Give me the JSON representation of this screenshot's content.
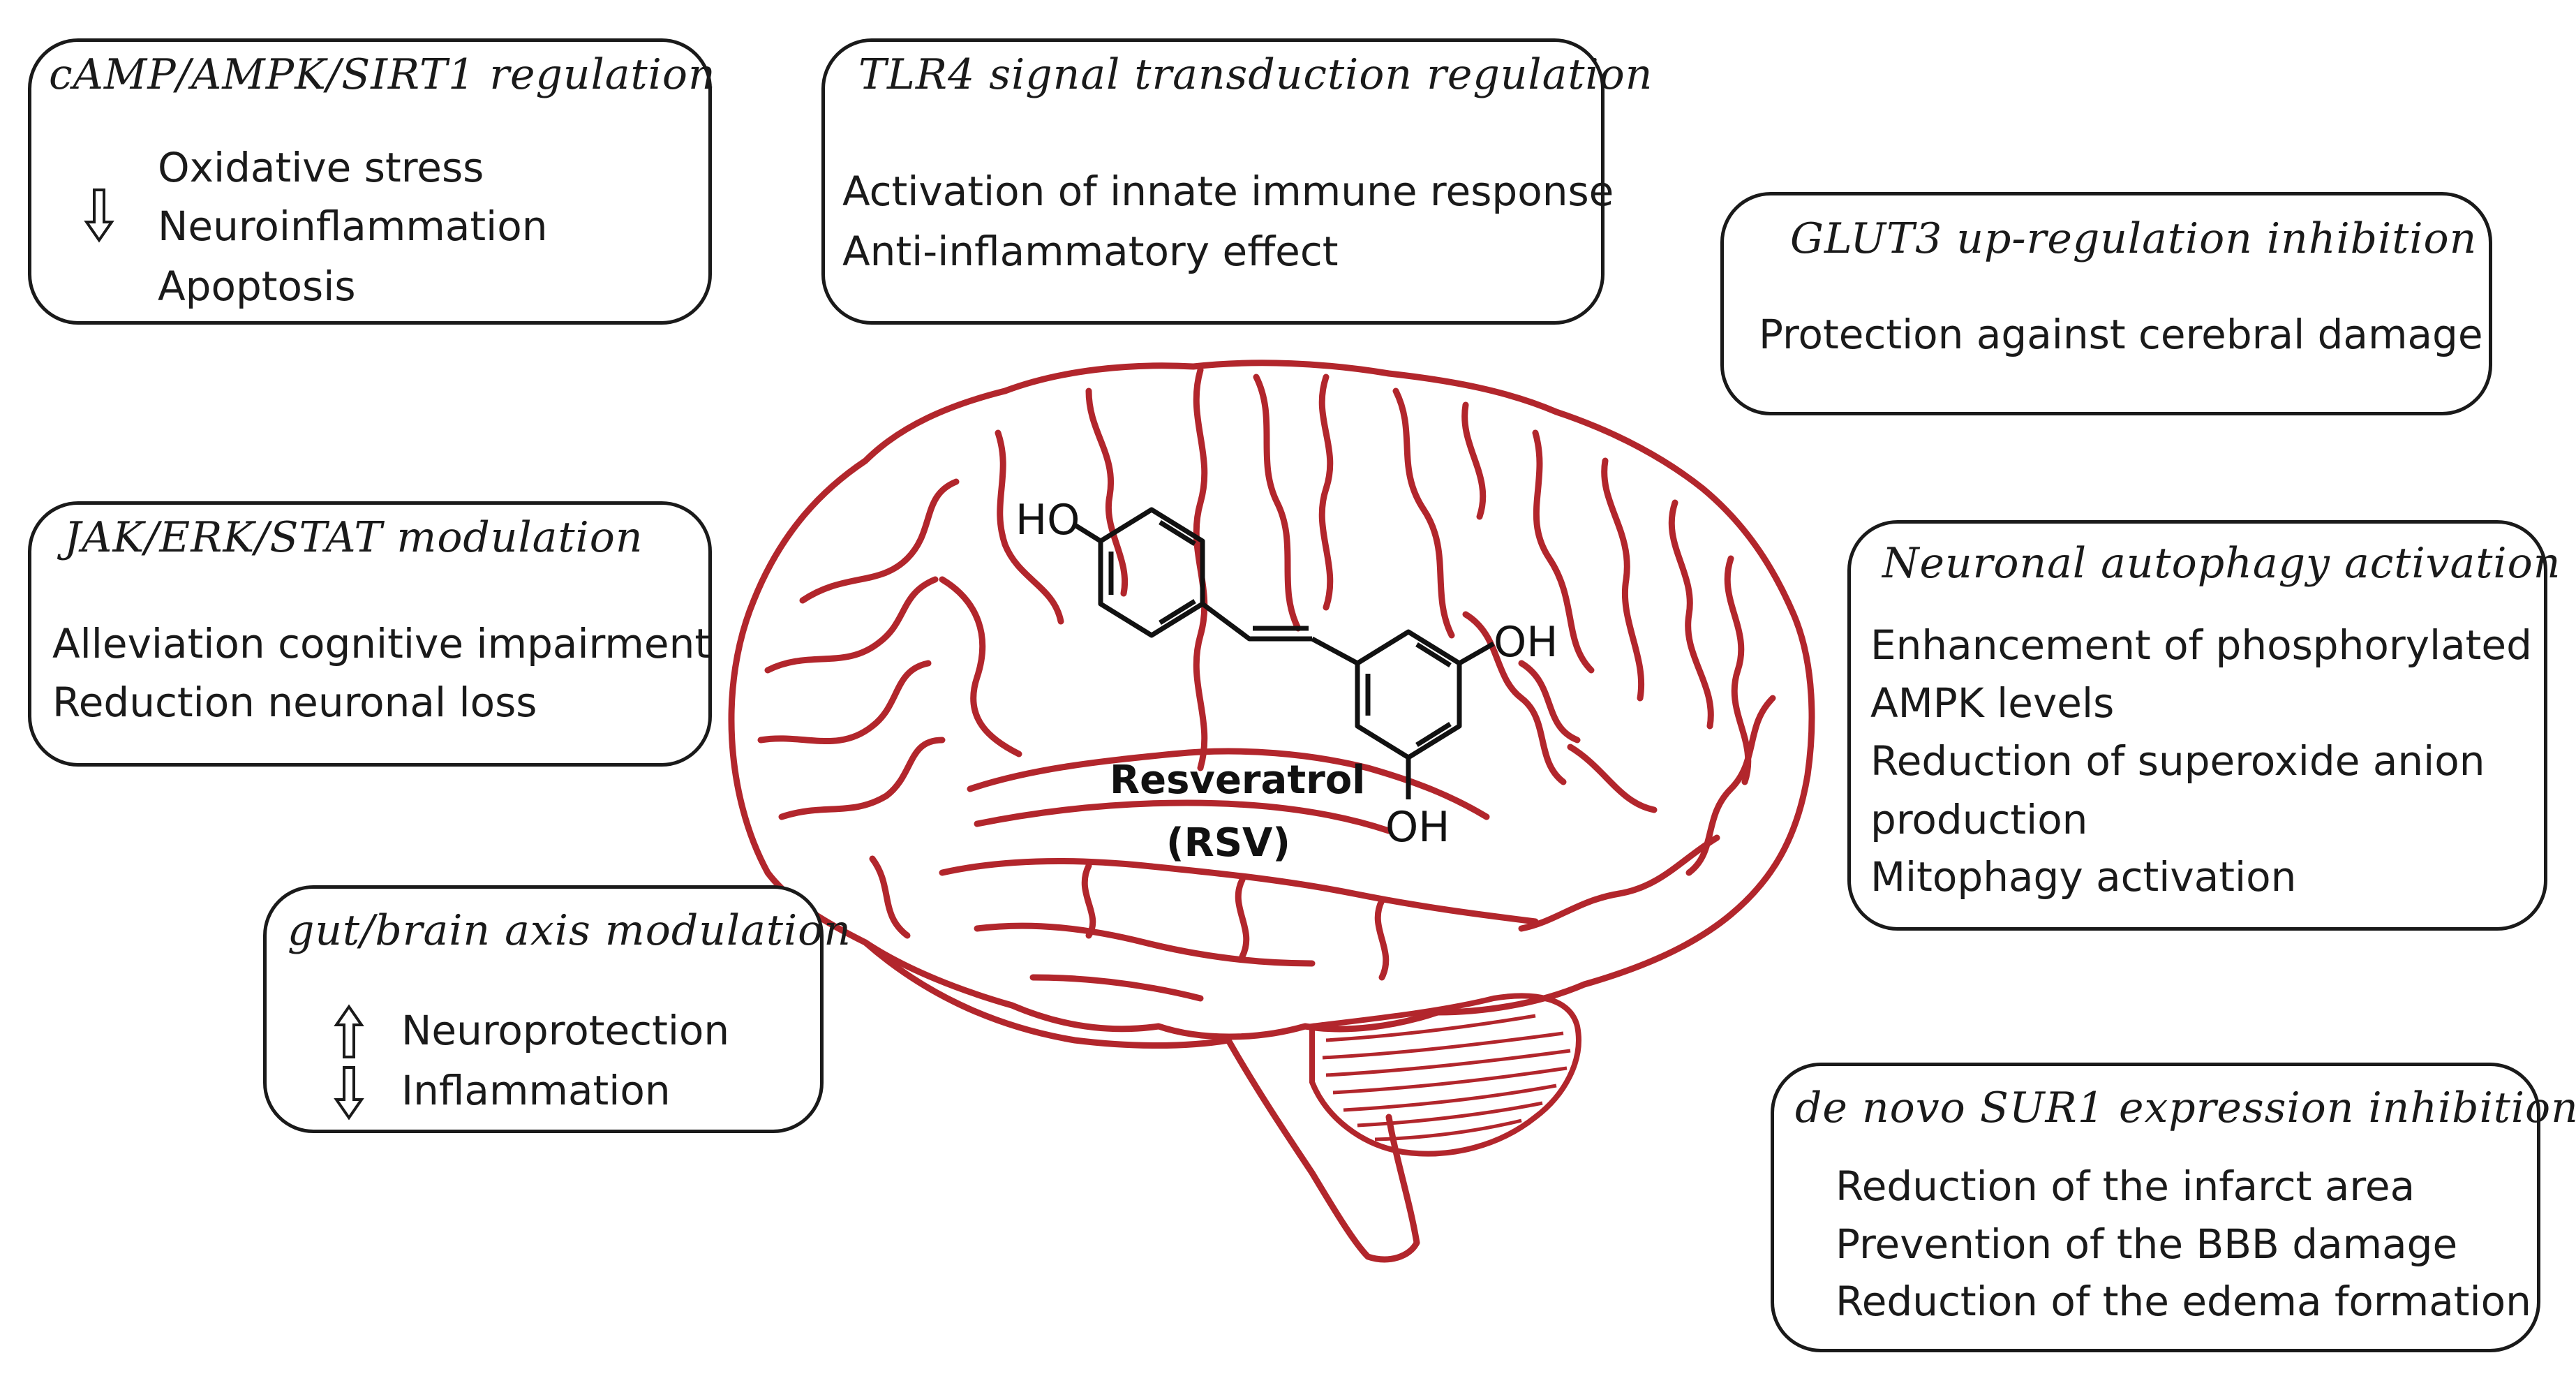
{
  "center": {
    "compound_name": "Resveratrol",
    "compound_abbrev": "(RSV)",
    "hydroxyl_label": "HO",
    "hydroxyl_label_right": "OH",
    "hydroxyl_label_bottom": "OH"
  },
  "boxes": {
    "camp": {
      "title": "cAMP/AMPK/SIRT1 regulation",
      "arrow": "down",
      "lines": [
        "Oxidative stress",
        "Neuroinflammation",
        "Apoptosis"
      ]
    },
    "tlr4": {
      "title": "TLR4 signal transduction regulation",
      "lines": [
        "Activation of innate immune response",
        "Anti-inflammatory effect"
      ]
    },
    "glut3": {
      "title": "GLUT3 up-regulation inhibition",
      "lines": [
        "Protection against cerebral damage"
      ]
    },
    "jak": {
      "title": "JAK/ERK/STAT modulation",
      "lines": [
        "Alleviation cognitive impairment",
        "Reduction neuronal loss"
      ]
    },
    "autophagy": {
      "title": "Neuronal autophagy activation",
      "lines": [
        "Enhancement of phosphorylated",
        "AMPK levels",
        "Reduction of superoxide anion",
        "production",
        "Mitophagy activation"
      ]
    },
    "gut": {
      "title": "gut/brain axis modulation",
      "lines": [
        "Neuroprotection",
        "Inflammation"
      ],
      "arrows": [
        "up",
        "down"
      ]
    },
    "sur1": {
      "title": "de novo SUR1 expression inhibition",
      "lines": [
        "Reduction of the infarct area",
        "Prevention of the BBB damage",
        "Reduction of the edema formation"
      ]
    }
  },
  "colors": {
    "brain_outline": "#b2262c",
    "cerebellum": "#b2262c",
    "box_border": "#1a1a1a",
    "text": "#1a1a1a"
  }
}
